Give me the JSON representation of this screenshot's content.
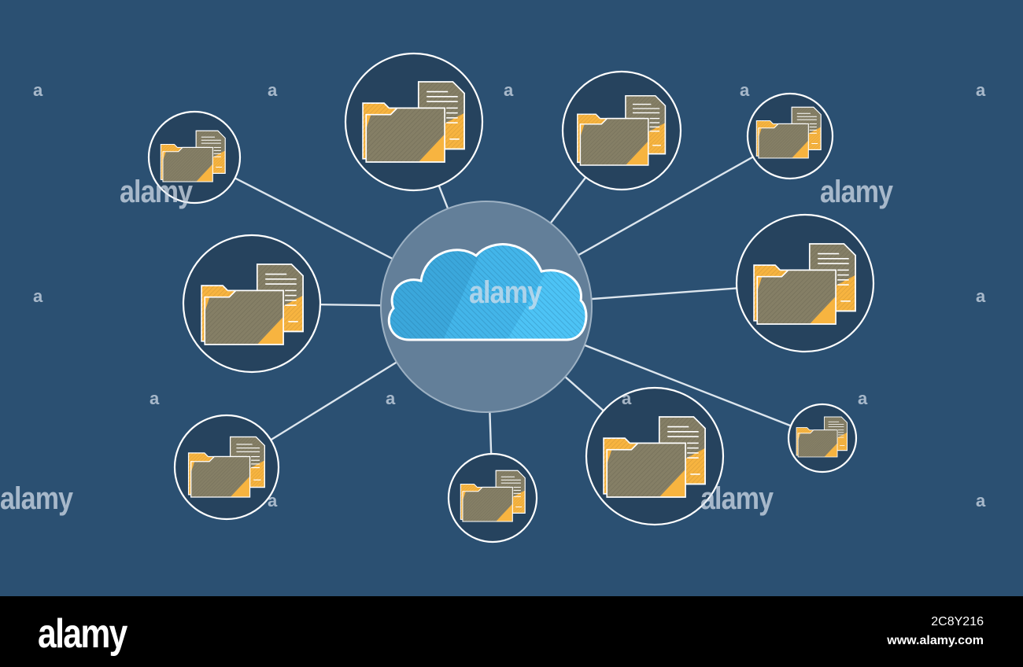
{
  "colors": {
    "background": "#2b5072",
    "node_fill": "#26435e",
    "hub_fill": "#637f99",
    "cloud_blue": "#4dc3f5",
    "folder_olive": "#857f66",
    "folder_orange": "#f7b440",
    "line": "#dde6ee"
  },
  "watermark": {
    "brand": "alamy",
    "small": "a"
  },
  "footer": {
    "logo": "alamy",
    "image_id": "2C8Y216",
    "url": "www.alamy.com"
  },
  "icons": {
    "hub": "cloud-icon",
    "node": "folder-document-icon"
  }
}
